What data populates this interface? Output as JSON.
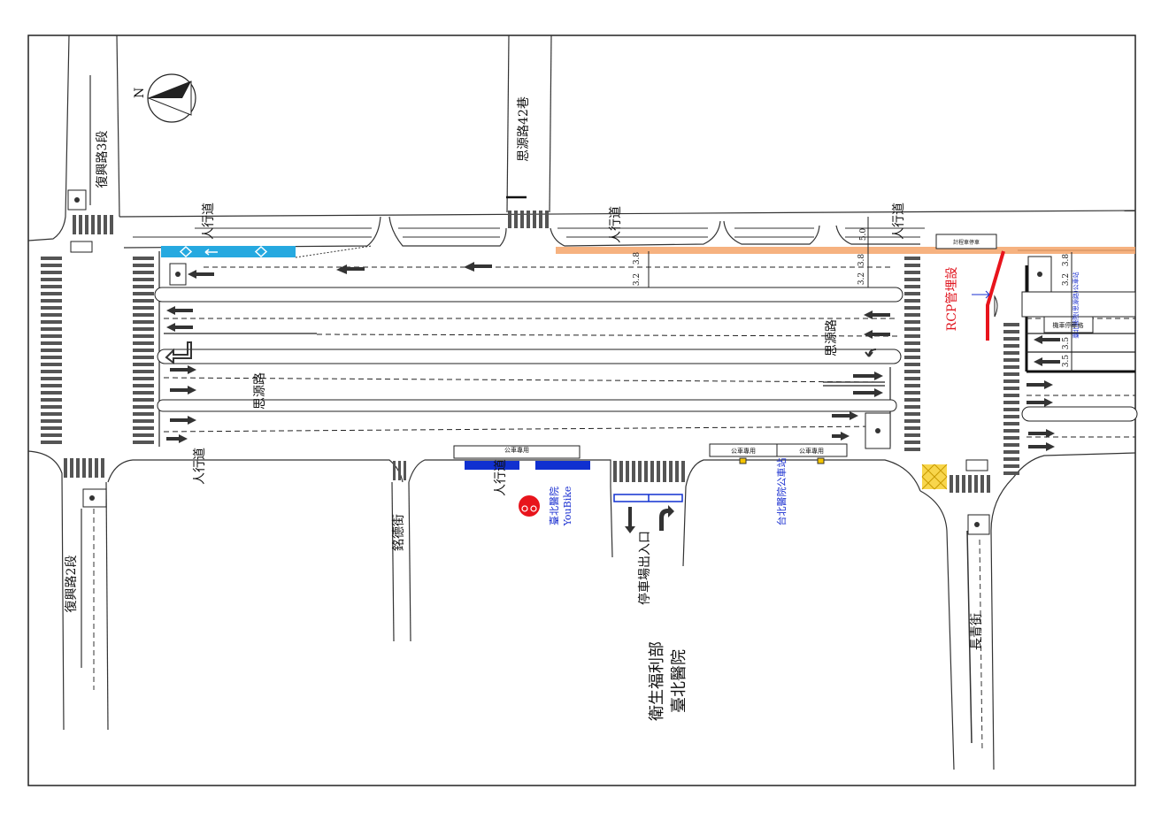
{
  "labels": {
    "north": "N",
    "fuxing3": "復興路3段",
    "fuxing2": "復興路2段",
    "siyuan42": "思源路42巷",
    "siyuan_road_1": "思源路",
    "siyuan_road_2": "思源路",
    "mingde": "銘德街",
    "changqing": "長青街",
    "sidewalk": "人行道",
    "parking_entrance": "停車場出入口",
    "ministry": "衛生福利部",
    "hospital": "臺北醫院",
    "youbike_1": "臺北醫院",
    "youbike_2": "YouBike",
    "bus_stop_south": "台北醫院公車站",
    "bus_stop_east": "臺北醫院(思源路)公車站",
    "rcp": "RCP管埋設",
    "bus_only_1": "公車專用",
    "bus_only_2": "公車專用",
    "bus_only_3": "公車專用",
    "parking_sign": "機車停車格",
    "meter_sign": "計程車停車",
    "w50": "5.0",
    "w38a": "3.8",
    "w32a": "3.2",
    "w38b": "3.8",
    "w32b": "3.2",
    "w38c": "3.8",
    "w32c": "3.2",
    "w35a": "3.5",
    "w35b": "3.5"
  },
  "colors": {
    "bus_lane_blue": "#26a9e0",
    "youbike_blue": "#1030d0",
    "pipe_orange": "#f5a46a",
    "rcp_red": "#e8141c",
    "yellow_box": "#f5c400"
  },
  "icons": [
    "compass-icon",
    "traffic-signal-icon",
    "youbike-icon",
    "lane-arrow-icon"
  ]
}
